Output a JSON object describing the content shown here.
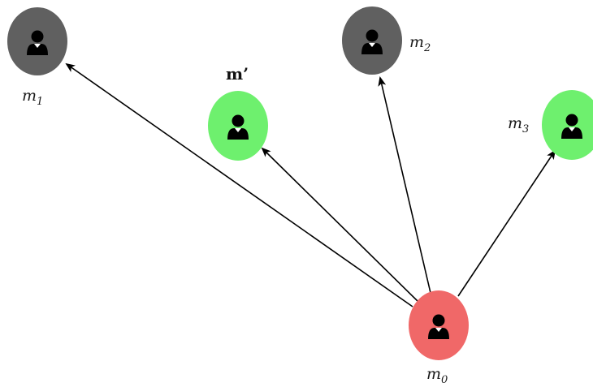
{
  "diagram": {
    "nodes": [
      {
        "id": "m1",
        "label_base": "m",
        "label_sub": "1",
        "color": "#606060"
      },
      {
        "id": "m2",
        "label_base": "m",
        "label_sub": "2",
        "color": "#606060"
      },
      {
        "id": "mprime",
        "label": "m’",
        "color": "#6ef06e"
      },
      {
        "id": "m3",
        "label_base": "m",
        "label_sub": "3",
        "color": "#6ef06e"
      },
      {
        "id": "m0",
        "label_base": "m",
        "label_sub": "0",
        "color": "#f06868"
      }
    ],
    "edges": [
      {
        "from": "m0",
        "to": "m1"
      },
      {
        "from": "m0",
        "to": "mprime"
      },
      {
        "from": "m0",
        "to": "m2"
      },
      {
        "from": "m0",
        "to": "m3"
      }
    ],
    "icon": "user-icon"
  }
}
